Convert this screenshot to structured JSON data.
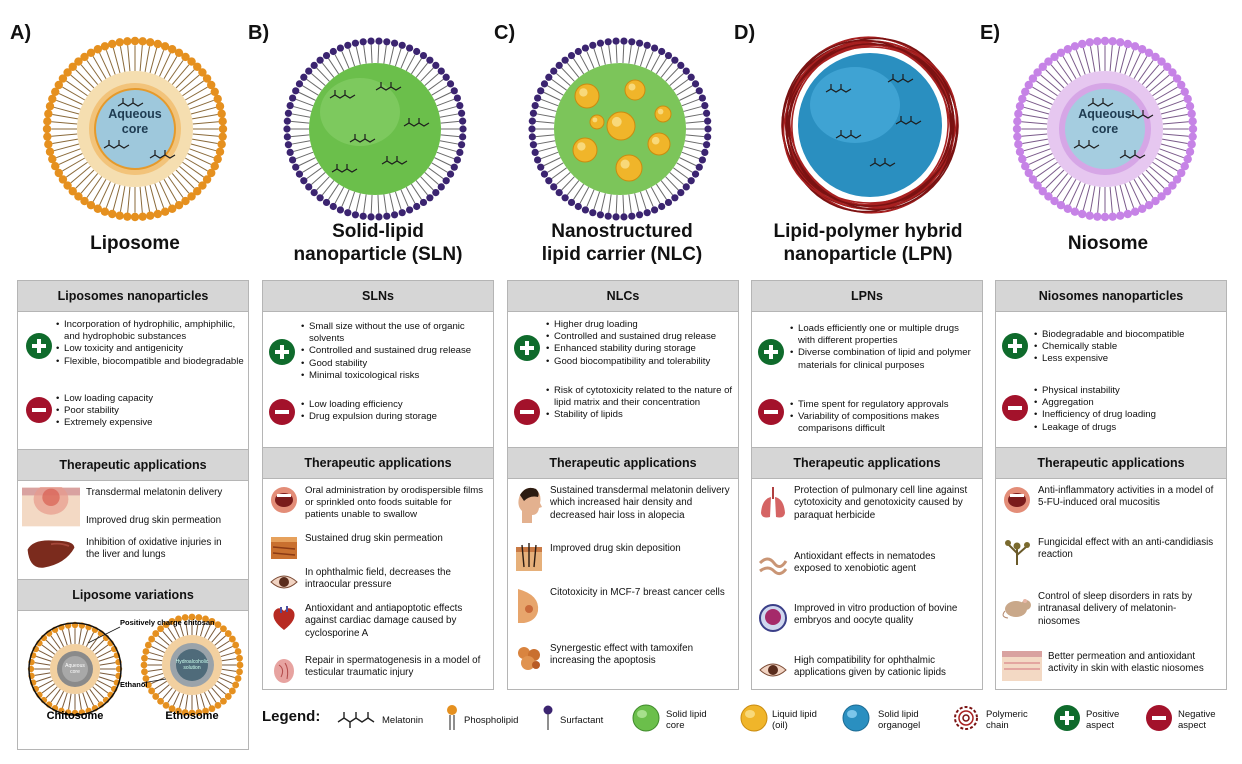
{
  "letters": [
    "A)",
    "B)",
    "C)",
    "D)",
    "E)"
  ],
  "core_labels": {
    "liposome": "Aqueous\ncore",
    "niosome": "Aqueous\ncore"
  },
  "titles": {
    "liposome": "Liposome",
    "sln": "Solid-lipid\nnanoparticle (SLN)",
    "nlc": "Nanostructured\nlipid carrier (NLC)",
    "lpn": "Lipid-polymer hybrid\nnanoparticle (LPN)",
    "niosome": "Niosome"
  },
  "panels": {
    "liposome": {
      "header": "Liposomes nanoparticles",
      "pros": [
        "Incorporation of hydrophilic, amphiphilic, and hydrophobic substances",
        "Low toxicity and antigenicity",
        "Flexible, biocompatible and biodegradable"
      ],
      "cons": [
        "Low loading capacity",
        "Poor stability",
        "Extremely expensive"
      ],
      "apps_header": "Therapeutic applications",
      "apps": [
        "Transdermal melatonin delivery",
        "Improved drug skin permeation",
        "Inhibition of oxidative injuries in the liver and lungs"
      ],
      "variations_header": "Liposome variations",
      "variations": {
        "chitosan_label": "Positively charge chitosan",
        "ethanol_label": "Ethanol",
        "chitosome": "Chitosome",
        "ethosome": "Ethosome",
        "aqueous_core": "Aqueous\ncore",
        "hydroalcoholic": "Hydroalcoholic\nsolution"
      }
    },
    "sln": {
      "header": "SLNs",
      "pros": [
        "Small size without the use of organic solvents",
        "Controlled and sustained drug release",
        "Good stability",
        "Minimal toxicological risks"
      ],
      "cons": [
        "Low loading efficiency",
        "Drug expulsion during storage"
      ],
      "apps_header": "Therapeutic applications",
      "apps": [
        "Oral administration by orodispersible films or sprinkled onto foods suitable for patients unable to swallow",
        "Sustained drug skin permeation",
        "In ophthalmic field, decreases the intraocular pressure",
        "Antioxidant and antiapoptotic effects against cardiac damage caused by cyclosporine A",
        "Repair in spermatogenesis in a model of testicular traumatic injury"
      ]
    },
    "nlc": {
      "header": "NLCs",
      "pros": [
        "Higher drug loading",
        "Controlled and sustained drug release",
        "Enhanced stability during storage",
        "Good biocompatibility and tolerability"
      ],
      "cons": [
        "Risk of cytotoxicity  related to the nature of lipid matrix and their concentration",
        "Stability of lipids"
      ],
      "apps_header": "Therapeutic applications",
      "apps": [
        "Sustained transdermal melatonin delivery which increased hair density and decreased hair loss in alopecia",
        "Improved drug skin deposition",
        "Citotoxicity in MCF-7 breast cancer cells",
        "Synergestic effect with tamoxifen increasing the apoptosis"
      ]
    },
    "lpn": {
      "header": "LPNs",
      "pros": [
        "Loads efficiently one or multiple drugs with different properties",
        "Diverse combination of lipid and polymer materials for clinical purposes"
      ],
      "cons": [
        "Time spent for regulatory approvals",
        "Variability of compositions makes comparisons difficult"
      ],
      "apps_header": "Therapeutic applications",
      "apps": [
        "Protection of pulmonary cell line against cytotoxicity and genotoxicity caused by paraquat herbicide",
        "Antioxidant effects in nematodes exposed to xenobiotic agent",
        "Improved in vitro production of bovine embryos and oocyte quality",
        "High compatibility for ophthalmic applications given by cationic lipids"
      ]
    },
    "niosome": {
      "header": "Niosomes nanoparticles",
      "pros": [
        "Biodegradable and biocompatible",
        "Chemically stable",
        "Less expensive"
      ],
      "cons": [
        "Physical instability",
        "Aggregation",
        "Inefficiency of drug loading",
        "Leakage of drugs"
      ],
      "apps_header": "Therapeutic applications",
      "apps": [
        "Anti-inflammatory activities in a model of 5-FU-induced oral mucositis",
        "Fungicidal effect with an anti-candidiasis reaction",
        "Control of sleep disorders in rats by intranasal delivery of melatonin-niosomes",
        "Better permeation and antioxidant activity in skin with elastic niosomes"
      ]
    }
  },
  "legend": {
    "title": "Legend:",
    "items": [
      "Melatonin",
      "Phospholipid",
      "Surfactant",
      "Solid lipid\ncore",
      "Liquid lipid\n(oil)",
      "Solid lipid\norganogel",
      "Polymeric\nchain",
      "Positive\naspect",
      "Negative\naspect"
    ]
  },
  "colors": {
    "positive": "#0f6b2c",
    "negative": "#a3122b",
    "header_bg": "#d6d6d6",
    "liposome_head": "#e5901f",
    "surfactant_head": "#3b2470",
    "sln_core": "#6bbf4b",
    "oil": "#f0b52a",
    "organogel": "#2a8fc0",
    "polymer": "#7a1212",
    "niosome_head": "#c683e6"
  }
}
